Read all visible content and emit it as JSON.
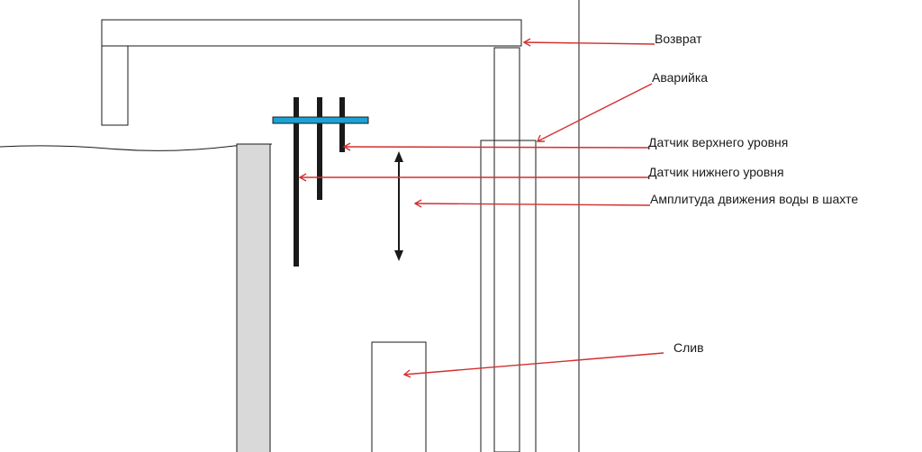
{
  "labels": {
    "return": "Возврат",
    "emergency": "Аварийка",
    "upper_sensor": "Датчик верхнего уровня",
    "lower_sensor": "Датчик нижнего уровня",
    "amplitude": "Амплитуда движения воды в шахте",
    "drain": "Слив"
  },
  "colors": {
    "line": "#1a1a1a",
    "annotation": "#d32f2f",
    "sensor_bar": "#1a1a1a",
    "sensor_plate": "#1aa3d6",
    "wall_fill": "#d9d9d9"
  }
}
